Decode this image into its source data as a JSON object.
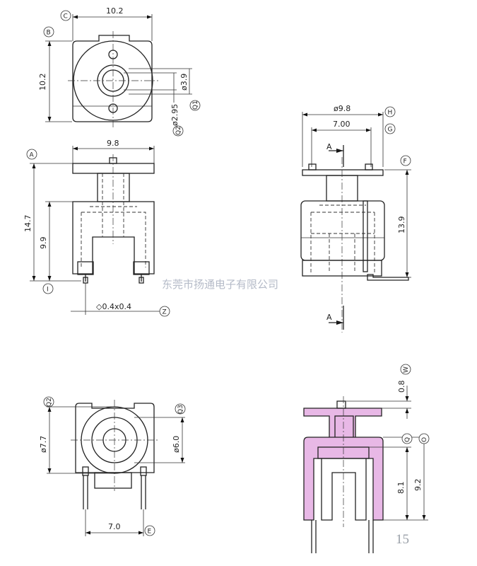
{
  "views": {
    "top": {
      "width_dim": "10.2",
      "height_dim": "10.2",
      "dia_inner": "ø3.9",
      "dia_hole": "ø2.95",
      "labels": {
        "c": "C",
        "b": "B",
        "q1": "Q1",
        "q2": "Q2"
      }
    },
    "front": {
      "width_dim": "9.8",
      "total_height": "14.7",
      "body_height": "9.9",
      "pin_size": "◇0.4x0.4",
      "labels": {
        "a": "A",
        "i": "I",
        "z": "Z"
      }
    },
    "side": {
      "outer_dia": "ø9.8",
      "pin_pitch": "7.00",
      "height": "13.9",
      "section_mark": "A",
      "labels": {
        "h": "H",
        "g": "G",
        "f": "F"
      }
    },
    "bottom": {
      "dia_left": "ø7.7",
      "dia_right": "ø6.0",
      "pin_pitch": "7.0",
      "labels": {
        "q2": "Q2",
        "q3": "Q3",
        "e": "E"
      }
    },
    "section": {
      "top_height": "0.8",
      "inner_height": "8.1",
      "total_height": "9.2",
      "labels": {
        "w": "W",
        "q": "Q",
        "o": "O"
      }
    }
  },
  "watermark": "东莞市扬通电子有限公司",
  "page_number": "15"
}
